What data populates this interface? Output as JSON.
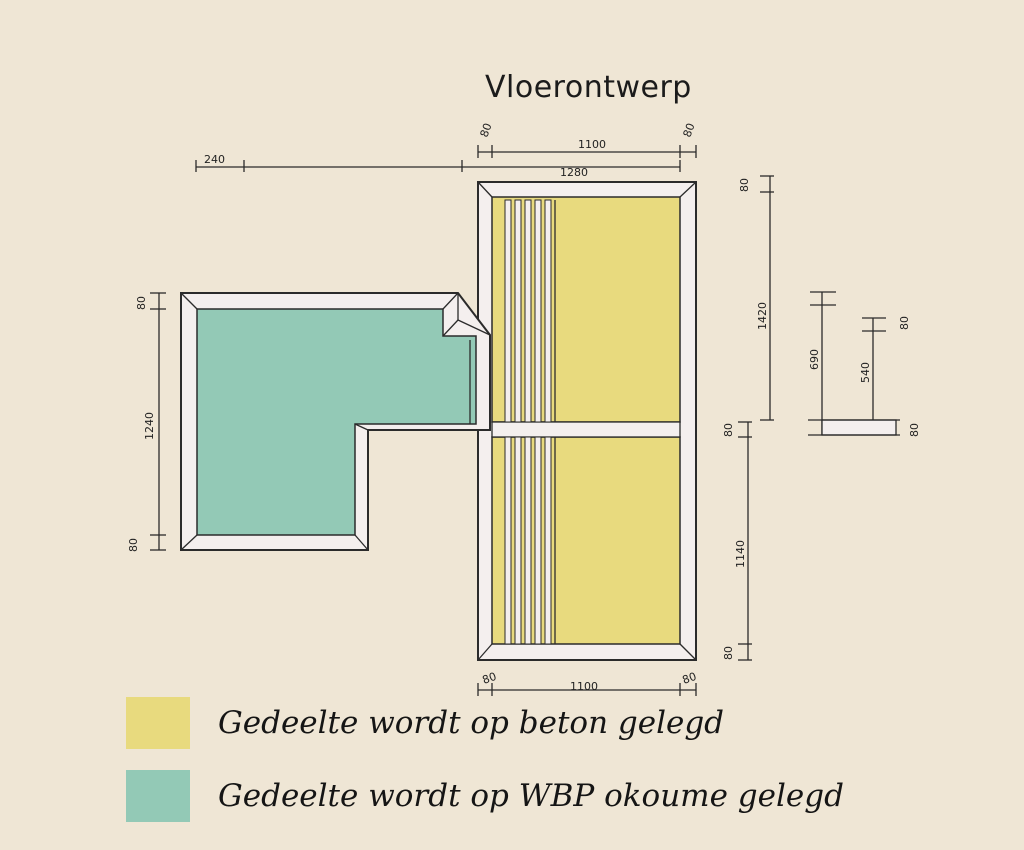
{
  "title": "Vloerontwerp",
  "colors": {
    "background": "#efe6d5",
    "beton": "#e8da7e",
    "wbp": "#93c9b6",
    "frame": "#f4efee",
    "stroke": "#2b2b2b"
  },
  "dimensions": {
    "top_80_left": "80",
    "top_1100": "1100",
    "top_80_right": "80",
    "top_1280": "1280",
    "left_240": "240",
    "right_80_top": "80",
    "right_1420": "1420",
    "right_690": "690",
    "right_540": "540",
    "right_80_b": "80",
    "right_80_c": "80",
    "mid_80": "80",
    "right_1140": "1140",
    "right_80_bottom": "80",
    "left_80_top": "80",
    "left_1240": "1240",
    "left_80_bottom": "80",
    "bottom_80_left": "80",
    "bottom_1100": "1100",
    "bottom_80_right": "80"
  },
  "legend": [
    {
      "label": "Gedeelte wordt op beton gelegd",
      "color": "#e8da7e"
    },
    {
      "label": "Gedeelte wordt op WBP okoume gelegd",
      "color": "#93c9b6"
    }
  ]
}
